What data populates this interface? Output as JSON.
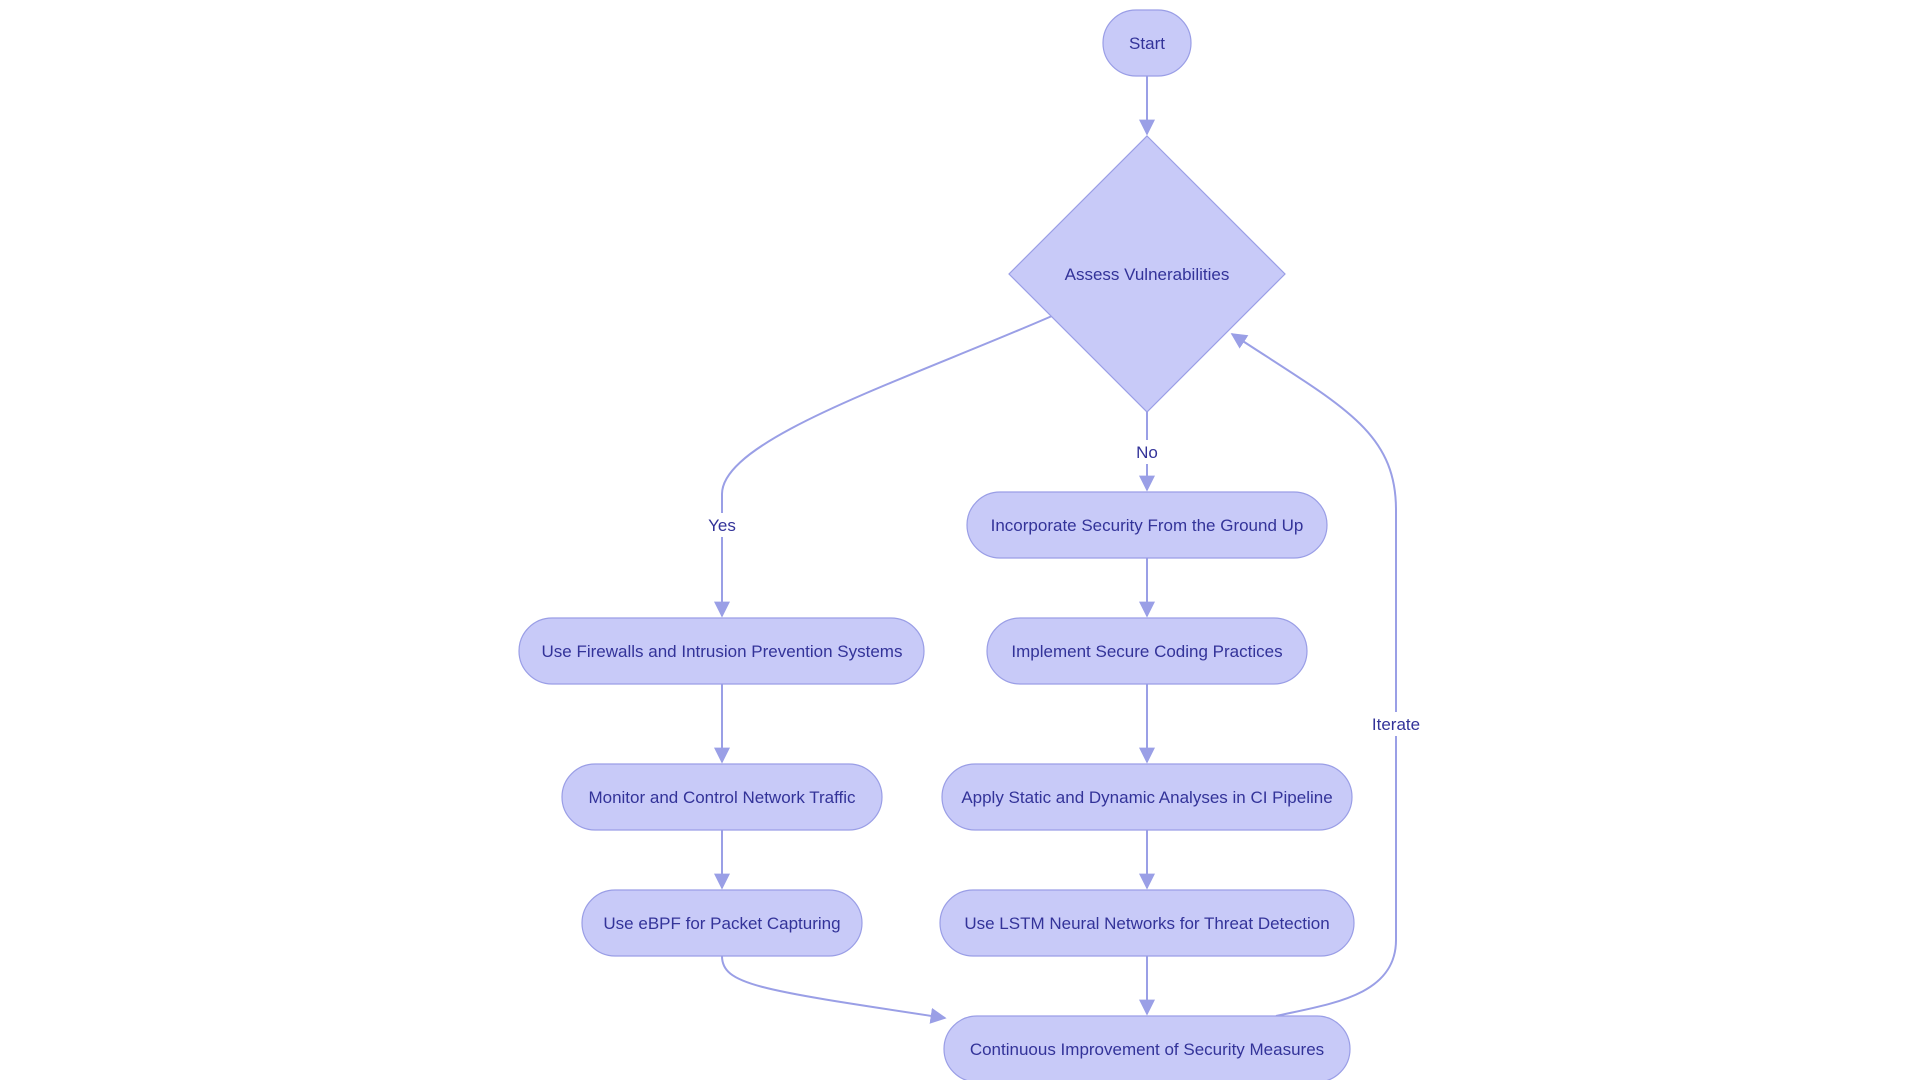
{
  "colors": {
    "node_fill": "#c8caf8",
    "node_stroke": "#9a9ee6",
    "edge": "#9a9fe6",
    "text": "#333399"
  },
  "nodes": {
    "start": "Start",
    "assess": "Assess Vulnerabilities",
    "firewalls": "Use Firewalls and Intrusion Prevention Systems",
    "monitor": "Monitor and Control Network Traffic",
    "ebpf": "Use eBPF for Packet Capturing",
    "incorporate": "Incorporate Security From the Ground Up",
    "secure_coding": "Implement Secure Coding Practices",
    "static_dynamic": "Apply Static and Dynamic Analyses in CI Pipeline",
    "lstm": "Use LSTM Neural Networks for Threat Detection",
    "continuous": "Continuous Improvement of Security Measures"
  },
  "edge_labels": {
    "yes": "Yes",
    "no": "No",
    "iterate": "Iterate"
  }
}
